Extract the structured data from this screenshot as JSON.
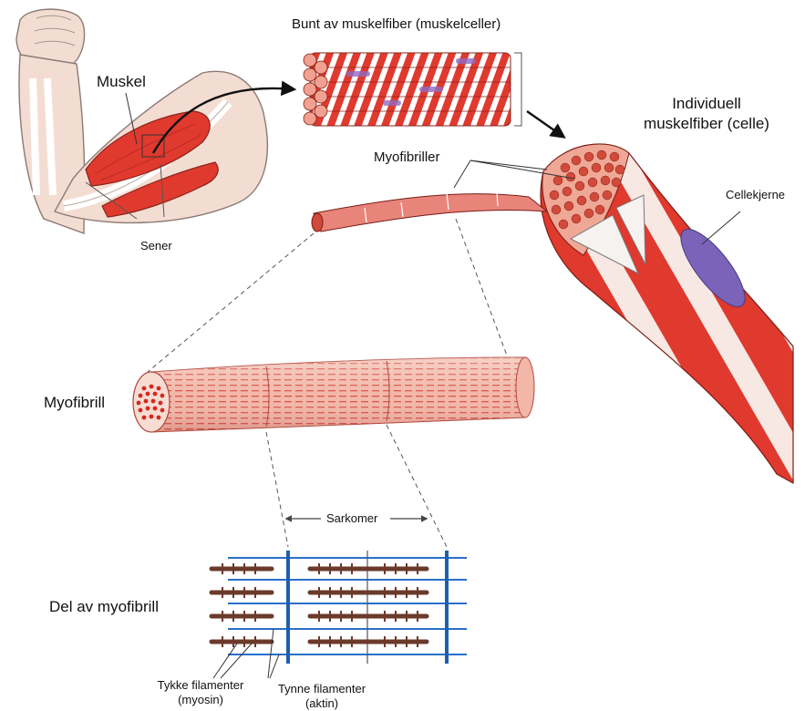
{
  "labels": {
    "bundle": "Bunt av muskelfiber (muskelceller)",
    "muscle": "Muskel",
    "tendons": "Sener",
    "individual_fiber_line1": "Individuell",
    "individual_fiber_line2": "muskelfiber (celle)",
    "myofibrils": "Myofibriller",
    "nucleus": "Cellekjerne",
    "myofibril": "Myofibrill",
    "sarcomere": "Sarkomer",
    "myofibril_part": "Del av myofibrill",
    "thick_line1": "Tykke filamenter",
    "thick_line2": "(myosin)",
    "thin_line1": "Tynne filamenter",
    "thin_line2": "(aktin)"
  },
  "colors": {
    "muscle_red": "#e0392e",
    "muscle_light": "#f6c9c0",
    "actin_blue": "#2a6fc9",
    "myosin_brown": "#6b3a2a",
    "nucleus_purple": "#7a63b8",
    "skin": "#f3ddd2"
  }
}
